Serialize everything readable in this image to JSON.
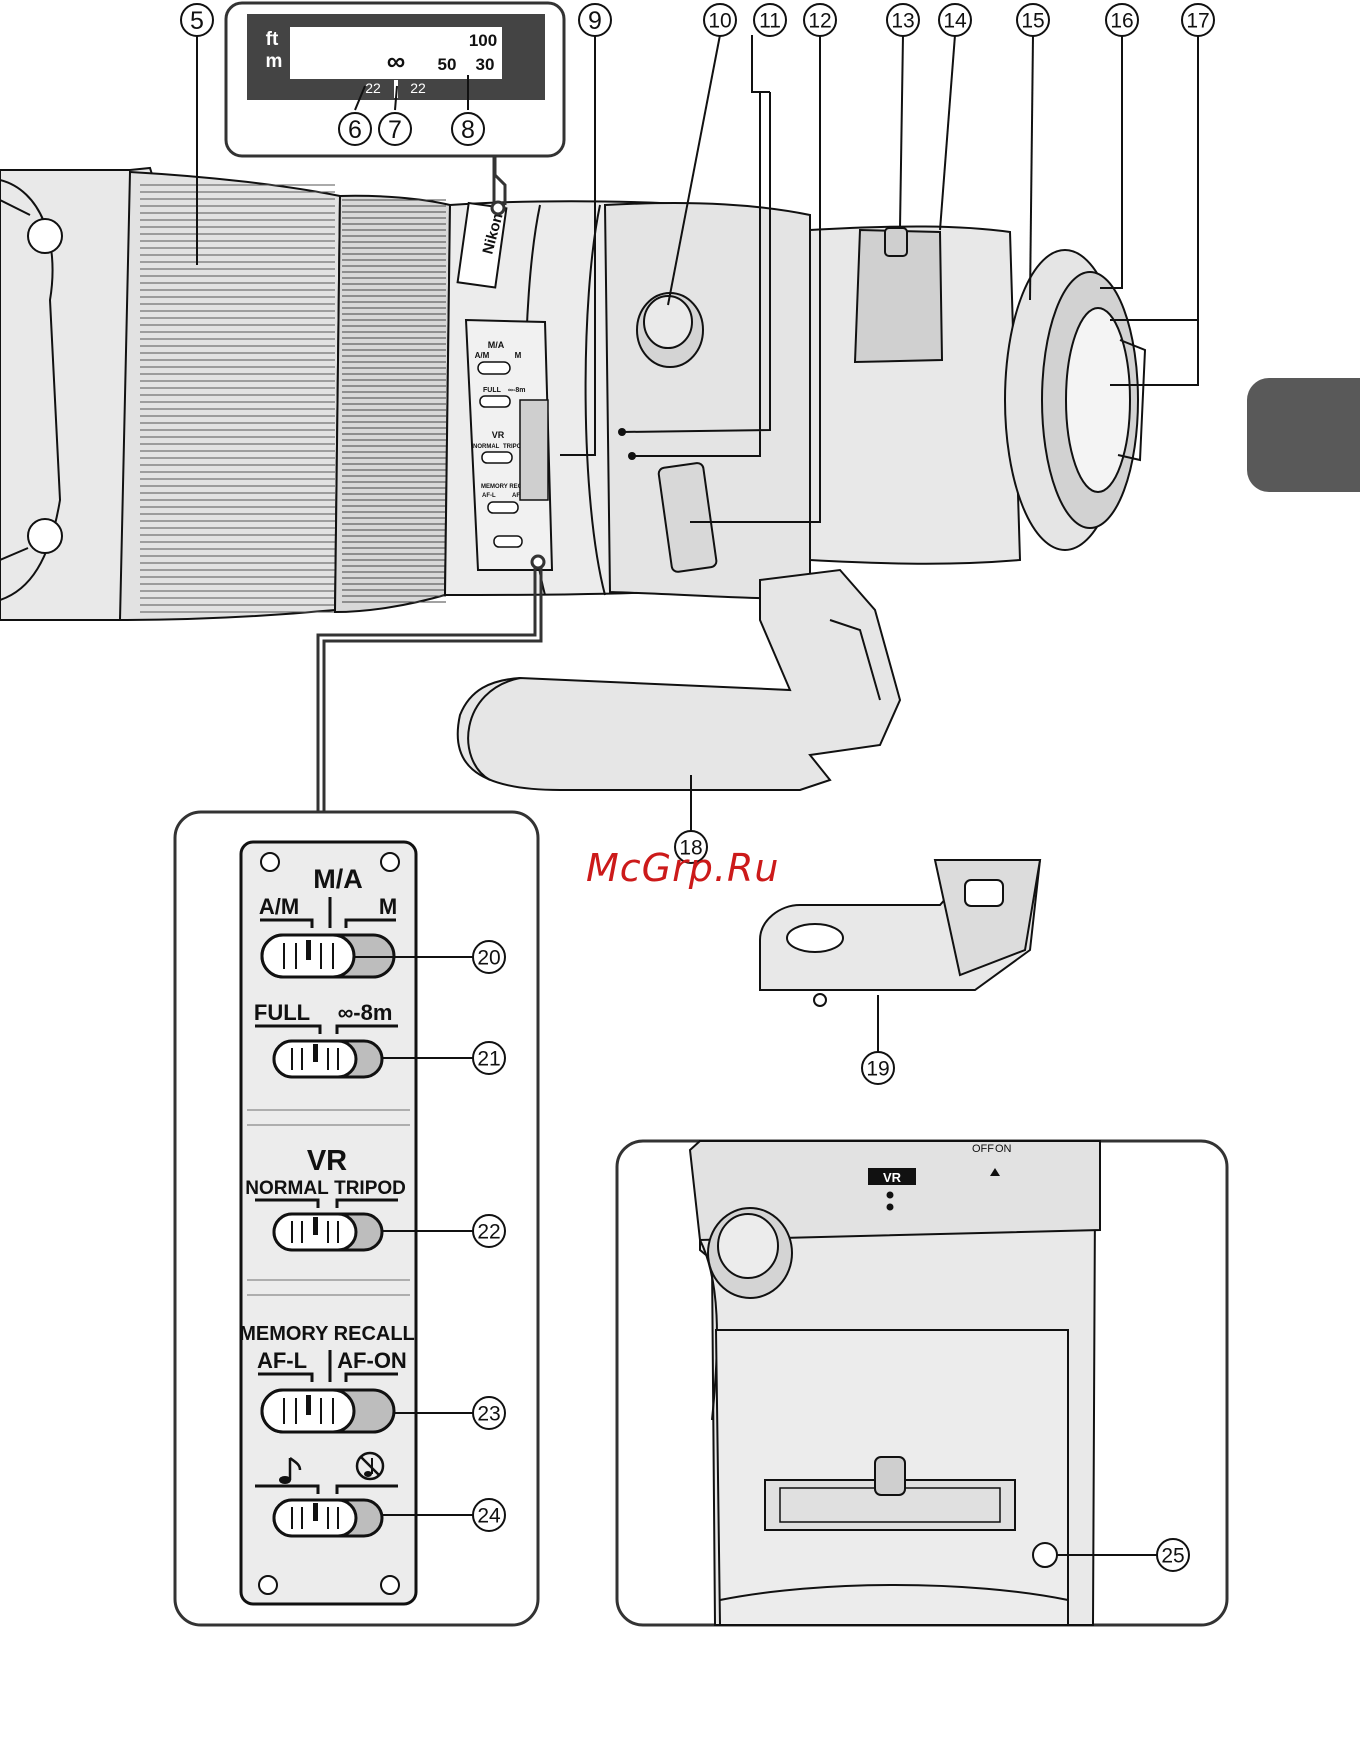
{
  "callouts": {
    "c5": "5",
    "c6": "6",
    "c7": "7",
    "c8": "8",
    "c9": "9",
    "c10": "10",
    "c11": "11",
    "c12": "12",
    "c13": "13",
    "c14": "14",
    "c15": "15",
    "c16": "16",
    "c17": "17",
    "c18": "18",
    "c19": "19",
    "c20": "20",
    "c21": "21",
    "c22": "22",
    "c23": "23",
    "c24": "24",
    "c25": "25"
  },
  "distance_scale": {
    "unit_ft": "ft",
    "unit_m": "m",
    "ft_100": "100",
    "m_50": "50",
    "m_30": "30",
    "infinity": "∞",
    "dof_left": "22",
    "dof_right": "22"
  },
  "lens_body": {
    "brand": "Nikon",
    "vr_badge": "VR",
    "mini_switches": {
      "focus_left": "A/M",
      "focus_mid": "M/A",
      "focus_right": "M",
      "limit_left": "FULL",
      "limit_right": "∞-8m",
      "vr": "VR",
      "vr_left": "NORMAL",
      "vr_right": "TRIPOD",
      "memory": "MEMORY RECALL",
      "mem_left": "AF-L",
      "mem_right": "AF-ON"
    }
  },
  "switch_panel": {
    "focus_mode": {
      "middle": "M/A",
      "left": "A/M",
      "right": "M"
    },
    "focus_limit": {
      "left": "FULL",
      "right": "∞-8m"
    },
    "vr": {
      "title": "VR",
      "left": "NORMAL",
      "right": "TRIPOD"
    },
    "memory_recall": {
      "title": "MEMORY RECALL",
      "left": "AF-L",
      "right": "AF-ON"
    },
    "beep": {
      "left_icon": "note-icon",
      "right_icon": "note-off-icon"
    }
  },
  "detail_view": {
    "vr_badge": "VR",
    "off": "OFF",
    "on": "ON"
  },
  "watermark": "McGrp.Ru",
  "colors": {
    "line": "#111111",
    "body": "#e6e6e6",
    "shade": "#bdbdbd",
    "dark": "#2a2a2a",
    "tab": "#595959",
    "watermark": "#cc1a1a"
  }
}
